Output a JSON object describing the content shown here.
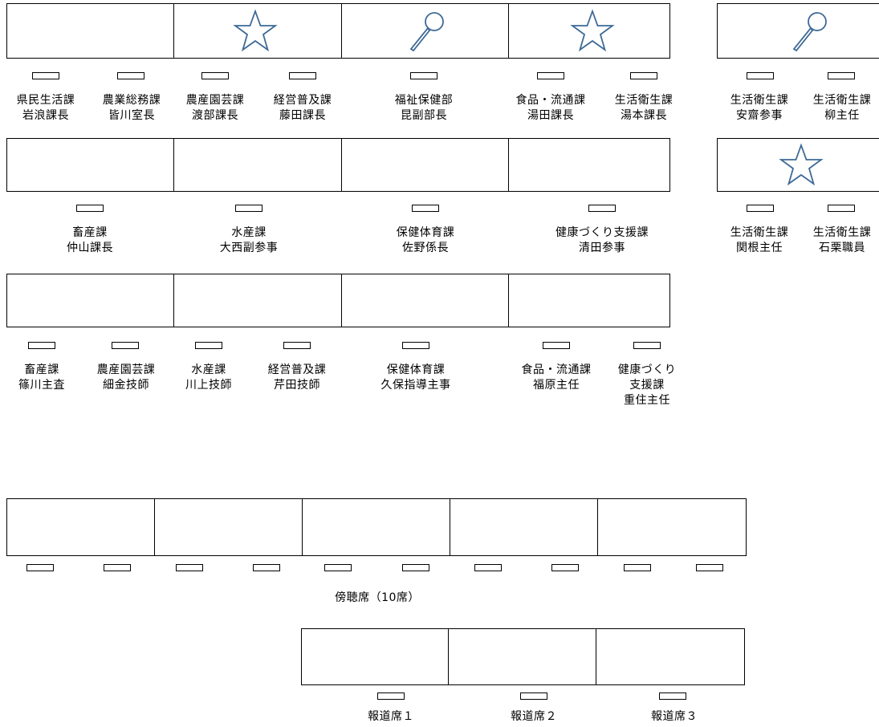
{
  "seats": {
    "r1": [
      {
        "dept": "県民生活課",
        "person": "岩浪課長"
      },
      {
        "dept": "農業総務課",
        "person": "皆川室長"
      },
      {
        "dept": "農産園芸課",
        "person": "渡部課長"
      },
      {
        "dept": "経営普及課",
        "person": "藤田課長"
      },
      {
        "dept": "福祉保健部",
        "person": "昆副部長"
      },
      {
        "dept": "食品・流通課",
        "person": "湯田課長"
      },
      {
        "dept": "生活衛生課",
        "person": "湯本課長"
      }
    ],
    "r2": [
      {
        "dept": "畜産課",
        "person": "仲山課長"
      },
      {
        "dept": "水産課",
        "person": "大西副参事"
      },
      {
        "dept": "保健体育課",
        "person": "佐野係長"
      },
      {
        "dept": "健康づくり支援課",
        "person": "清田参事"
      }
    ],
    "r3": [
      {
        "dept": "畜産課",
        "person": "篠川主査"
      },
      {
        "dept": "農産園芸課",
        "person": "細金技師"
      },
      {
        "dept": "水産課",
        "person": "川上技師"
      },
      {
        "dept": "経営普及課",
        "person": "芹田技師"
      },
      {
        "dept": "保健体育課",
        "person": "久保指導主事"
      },
      {
        "dept": "食品・流通課",
        "person": "福原主任"
      },
      {
        "dept": "健康づくり",
        "dept2": "支援課",
        "person": "重住主任"
      }
    ],
    "right": [
      {
        "dept": "生活衛生課",
        "person": "安齋参事"
      },
      {
        "dept": "生活衛生課",
        "person": "柳主任"
      },
      {
        "dept": "生活衛生課",
        "person": "関根主任"
      },
      {
        "dept": "生活衛生課",
        "person": "石栗職員"
      }
    ]
  },
  "gallery": {
    "label": "傍聴席（10席）"
  },
  "press": [
    {
      "label": "報道席１"
    },
    {
      "label": "報道席２"
    },
    {
      "label": "報道席３"
    }
  ],
  "icons": {
    "star": "star-icon",
    "pin": "pin-icon",
    "outline_color": "#3d6a96"
  }
}
